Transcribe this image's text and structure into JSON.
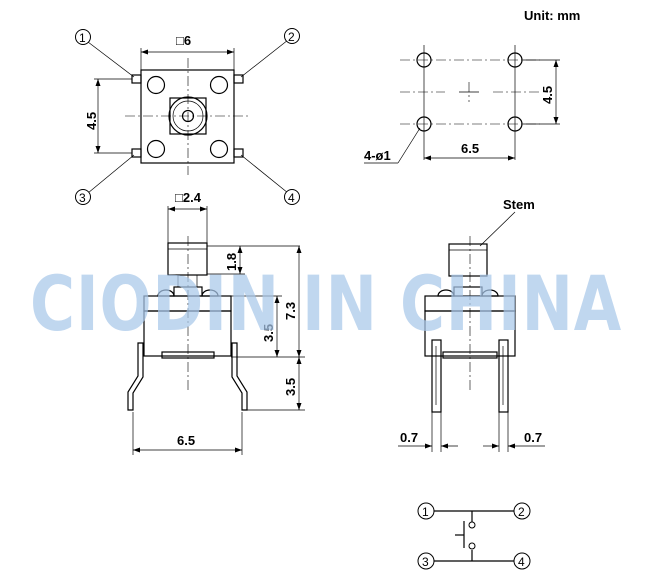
{
  "unit_label": "Unit: mm",
  "watermark": "CIODIN IN CHINA",
  "pin_labels": [
    "1",
    "2",
    "3",
    "4"
  ],
  "top_view": {
    "body_dim": "□6",
    "pin_pitch_v": "4.5"
  },
  "footprint": {
    "hole_spacing_h": "6.5",
    "hole_spacing_v": "4.5",
    "hole_callout": "4-ø1"
  },
  "front_view": {
    "stem_dim": "□2.4",
    "stem_height": "1.8",
    "total_height": "7.3",
    "body_height": "3.5",
    "lead_length": "3.5",
    "lead_spacing": "6.5"
  },
  "side_view": {
    "stem_label": "Stem",
    "lead_width_left": "0.7",
    "lead_width_right": "0.7"
  },
  "schematic": {
    "pins": [
      "1",
      "2",
      "3",
      "4"
    ]
  }
}
